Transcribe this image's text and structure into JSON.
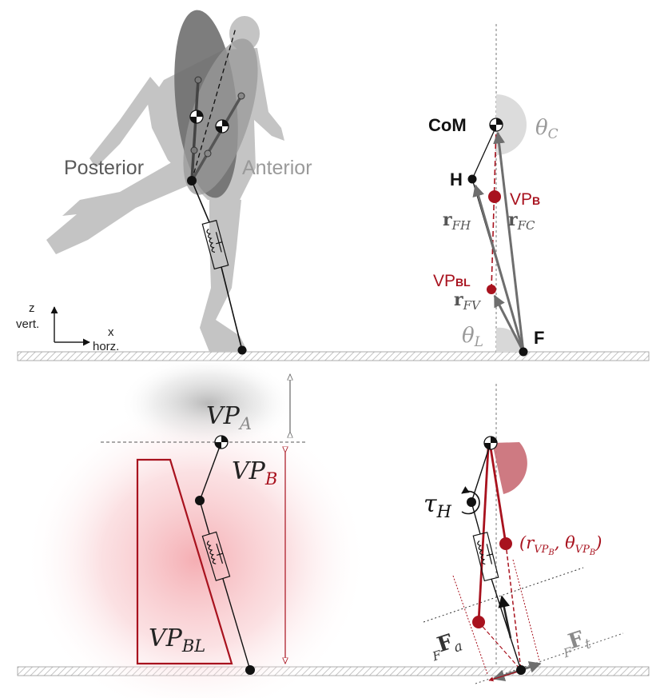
{
  "top_panel": {
    "side_labels": {
      "posterior": "Posterior",
      "anterior": "Anterior"
    },
    "axes": {
      "z": "z",
      "vert": "vert.",
      "x": "x",
      "horz": "horz."
    },
    "points": {
      "com": "CoM",
      "hip": "H",
      "foot": "F"
    },
    "vp_b": {
      "main": "VP",
      "sub": "B"
    },
    "vp_bl": {
      "main": "VP",
      "sub": "BL"
    },
    "vectors": {
      "r_fh": {
        "main": "r",
        "sub": "FH"
      },
      "r_fc": {
        "main": "r",
        "sub": "FC"
      },
      "r_fv": {
        "main": "r",
        "sub": "FV"
      }
    },
    "angles": {
      "theta_c": {
        "main": "θ",
        "sub": "C"
      },
      "theta_l": {
        "main": "θ",
        "sub": "L"
      }
    }
  },
  "bottom_panel": {
    "vp_a": {
      "main": "VP",
      "sub": "A"
    },
    "vp_b": {
      "main": "VP",
      "sub": "B"
    },
    "vp_bl": {
      "main": "VP",
      "sub": "BL"
    },
    "tau_h": {
      "main": "τ",
      "sub": "H"
    },
    "polar_coords": {
      "open": "(r",
      "r_sub": "VP",
      "r_subsub": "B",
      "sep": ", θ",
      "t_sub": "VP",
      "t_subsub": "B",
      "close": ")"
    },
    "force_a": {
      "pre": "F",
      "main": "F",
      "sub": "a"
    },
    "force_t": {
      "pre": "F",
      "main": "F",
      "sub": "t"
    }
  },
  "colors": {
    "accent_red": "#a8121e",
    "grey_dark": "#555555",
    "grey_mid": "#8a8a8a",
    "grey_light": "#c8c8c8"
  }
}
